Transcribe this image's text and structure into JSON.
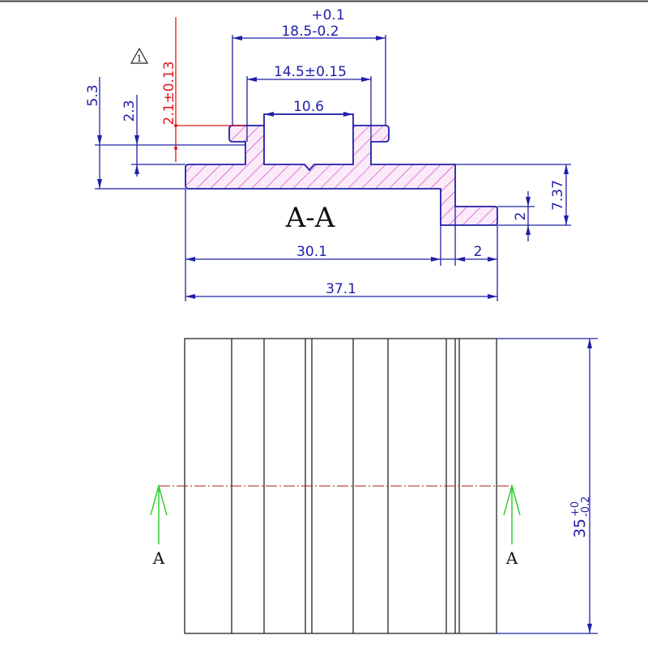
{
  "section": {
    "label": "A-A",
    "dims": {
      "top_width_tol_plus": "+0.1",
      "top_width": "18.5-0.2",
      "inner_width": "14.5±0.15",
      "slot_width": "10.6",
      "height_left": "5.3",
      "step_left": "2.3",
      "red_dim": "2.1±0.13",
      "height_right": "7.37",
      "flange_thickness": "2",
      "flange_width": "2",
      "body_width": "30.1",
      "total_width": "37.1"
    },
    "revision_mark": "1"
  },
  "plan": {
    "length_dim": "35",
    "length_tol_plus": "+0",
    "length_tol_minus": "-0.2",
    "section_marker_left": "A",
    "section_marker_right": "A"
  },
  "colors": {
    "dimension": "#2020a8",
    "section_fill": "#fbeaf8",
    "hatch": "#cc33cc",
    "red_dimension": "#e01818",
    "section_arrow": "#22cc22",
    "cut_line": "#aa2222",
    "outline": "#222222"
  }
}
